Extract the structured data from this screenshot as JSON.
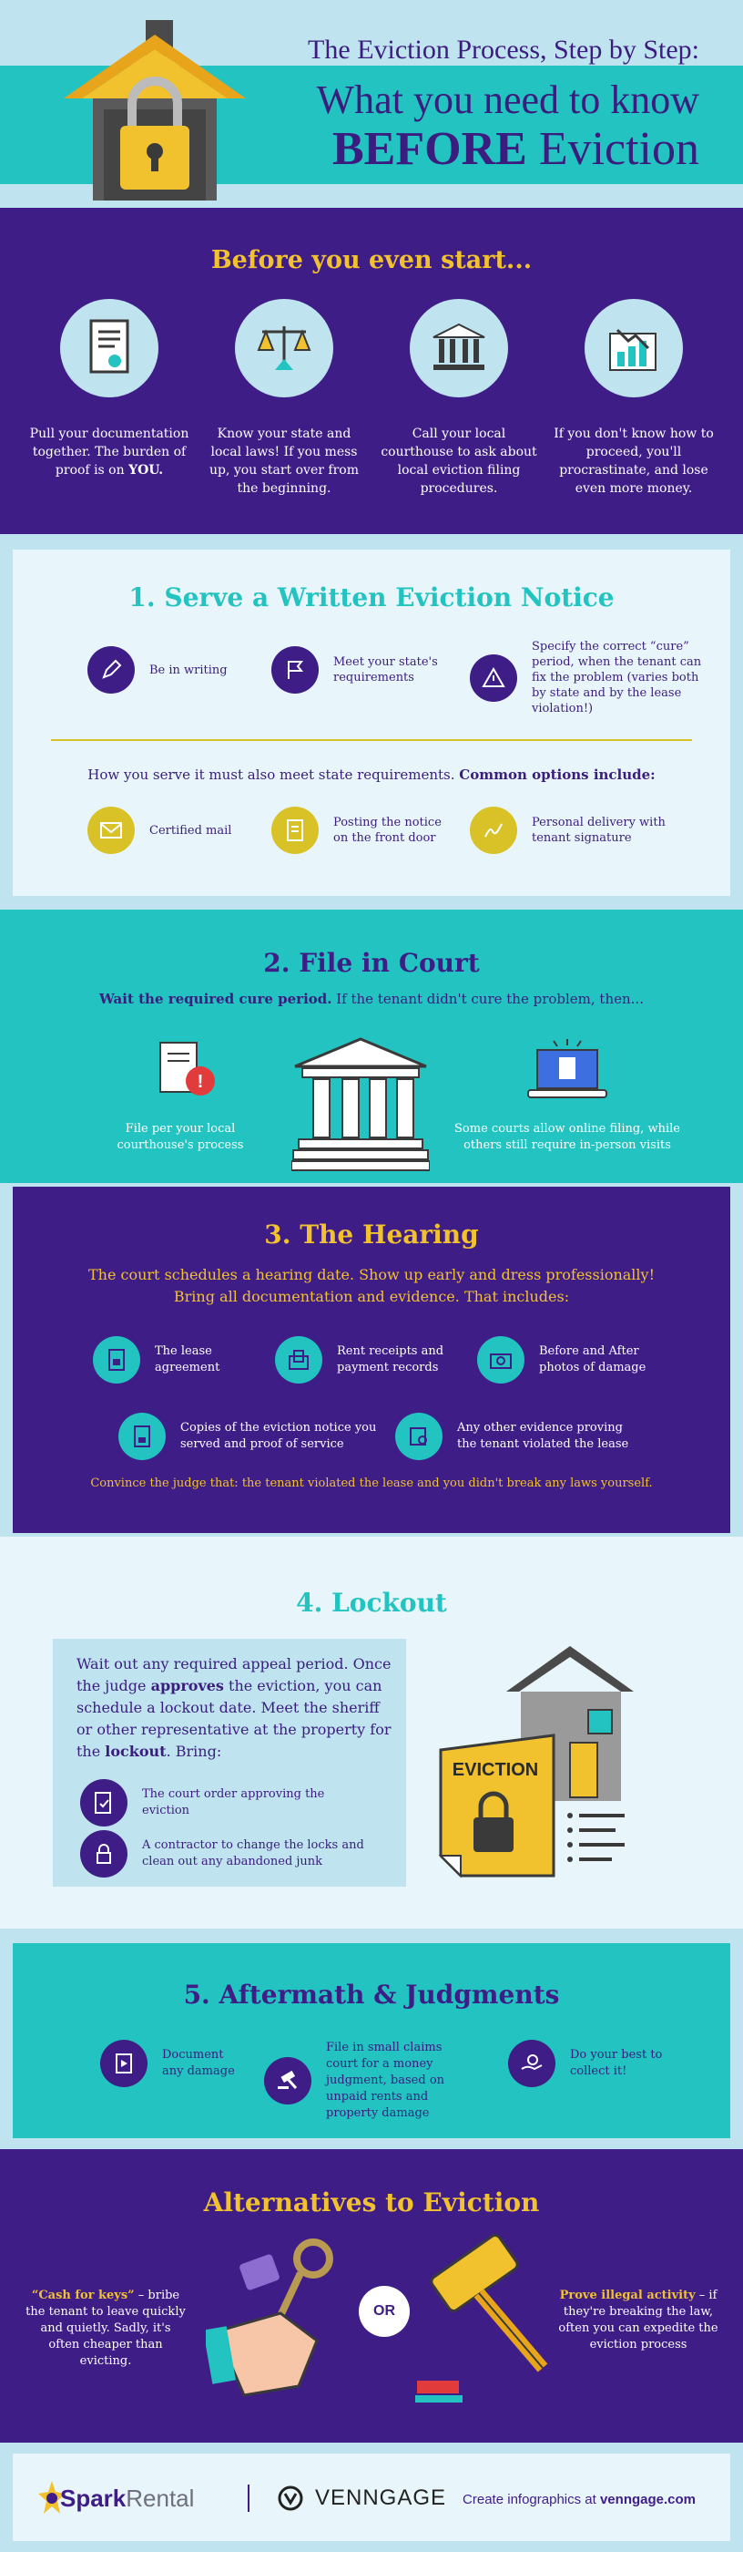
{
  "header": {
    "subtitle": "The Eviction Process, Step by Step:",
    "title_line1": "What you need to know",
    "title_bold": "BEFORE",
    "title_rest": " Eviction"
  },
  "before": {
    "title": "Before you even start...",
    "items": [
      {
        "icon": "document-certificate-icon",
        "text_a": "Pull your documentation together. The burden of proof is on ",
        "text_b": "YOU."
      },
      {
        "icon": "scales-of-justice-icon",
        "text_a": "Know your state and local laws!  If you mess up, you start over from the beginning.",
        "text_b": ""
      },
      {
        "icon": "courthouse-icon",
        "text_a": "Call your local courthouse to ask about local eviction filing procedures.",
        "text_b": ""
      },
      {
        "icon": "money-loss-icon",
        "text_a": "If you don't know how to proceed, you'll procrastinate, and lose even more money.",
        "text_b": ""
      }
    ]
  },
  "step1": {
    "title": "1. Serve a Written Eviction Notice",
    "reqs": [
      {
        "icon": "pen-icon",
        "text": "Be in writing"
      },
      {
        "icon": "flag-icon",
        "text": "Meet your state's requirements"
      },
      {
        "icon": "warning-icon",
        "text": "Specify the correct “cure” period, when the tenant can fix the problem (varies both by state and by the lease violation!)"
      }
    ],
    "options_intro": "How you serve it must also meet state requirements.",
    "options_intro_bold": "Common options include:",
    "options": [
      {
        "icon": "envelope-icon",
        "text": "Certified mail"
      },
      {
        "icon": "notice-paper-icon",
        "text": "Posting the notice on the front door"
      },
      {
        "icon": "signature-icon",
        "text": "Personal delivery with tenant signature"
      }
    ]
  },
  "step2": {
    "title": "2. File in Court",
    "sub_bold": "Wait the required cure period.",
    "sub_rest": " If the tenant didn't cure the problem, then...",
    "cap_left": "File per your local courthouse's process",
    "cap_right": "Some courts allow online filing, while others still require in-person visits"
  },
  "step3": {
    "title": "3. The Hearing",
    "intro_line1": "The court schedules a hearing date. Show up early and dress professionally!",
    "intro_line2": "Bring all documentation and evidence. That includes:",
    "items": [
      {
        "icon": "lease-document-icon",
        "text": "The lease agreement"
      },
      {
        "icon": "receipt-envelope-icon",
        "text": "Rent receipts and payment records"
      },
      {
        "icon": "camera-icon",
        "text": "Before and After photos of damage"
      },
      {
        "icon": "notice-copy-icon",
        "text": "Copies of the eviction notice you served and proof of service"
      },
      {
        "icon": "evidence-icon",
        "text": "Any other evidence proving the tenant violated the lease"
      }
    ],
    "footer": "Convince the judge that: the tenant violated the lease and you didn't break any laws yourself."
  },
  "step4": {
    "title": "4. Lockout",
    "para_a": "Wait out any required appeal period. Once the judge ",
    "para_b": "approves",
    "para_c": " the eviction, you can schedule a lockout date. Meet the sheriff or other representative at the property for the ",
    "para_d": "lockout",
    "para_e": ". Bring:",
    "items": [
      {
        "icon": "court-order-icon",
        "text": "The court order approving the eviction"
      },
      {
        "icon": "padlock-icon",
        "text": "A contractor to change the locks and clean out any abandoned junk"
      }
    ],
    "illustration_label": "EVICTION"
  },
  "step5": {
    "title": "5. Aftermath & Judgments",
    "items": [
      {
        "icon": "video-play-icon",
        "text": "Document any damage"
      },
      {
        "icon": "gavel-icon",
        "text": "File in small claims court for a money judgment, based on unpaid rents and property damage"
      },
      {
        "icon": "hand-money-icon",
        "text": "Do your best to collect it!"
      }
    ]
  },
  "alternatives": {
    "title": "Alternatives to Eviction",
    "left_bold": "“Cash for keys”",
    "left_rest": " – bribe the tenant to leave quickly and quietly. Sadly, it's often cheaper than evicting.",
    "or": "OR",
    "right_bold": "Prove illegal activity",
    "right_rest": " – if they're breaking the law, often you can expedite the eviction process"
  },
  "footer": {
    "brand_a": "Spark",
    "brand_b": "Rental",
    "partner": "VENNGAGE",
    "cta_a": "Create infographics at ",
    "cta_b": "venngage.com"
  },
  "colors": {
    "purple": "#3e1d87",
    "teal": "#22c3c0",
    "yellow": "#f2c12e",
    "light": "#bfe3ef",
    "pale": "#e8f5fa"
  }
}
